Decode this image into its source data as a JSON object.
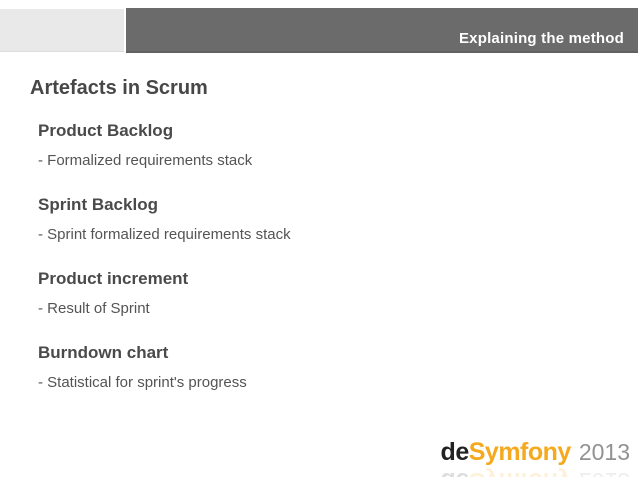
{
  "header": {
    "section_label": "Explaining the method"
  },
  "page": {
    "title": "Artefacts in Scrum"
  },
  "sections": [
    {
      "heading": "Product Backlog",
      "detail": "- Formalized requirements stack"
    },
    {
      "heading": "Sprint Backlog",
      "detail": "- Sprint formalized requirements stack"
    },
    {
      "heading": "Product increment",
      "detail": "- Result of Sprint"
    },
    {
      "heading": "Burndown chart",
      "detail": "- Statistical for sprint's progress"
    }
  ],
  "footer": {
    "logo_prefix": "de",
    "logo_name": "Symfony",
    "year": "2013"
  },
  "colors": {
    "header_bar": "#6b6b6b",
    "header_box": "#e9e9e9",
    "heading_text": "#4a4a4a",
    "detail_text": "#545454",
    "logo_orange": "#f5a91f",
    "logo_dark": "#222222",
    "year_gray": "#929292"
  }
}
